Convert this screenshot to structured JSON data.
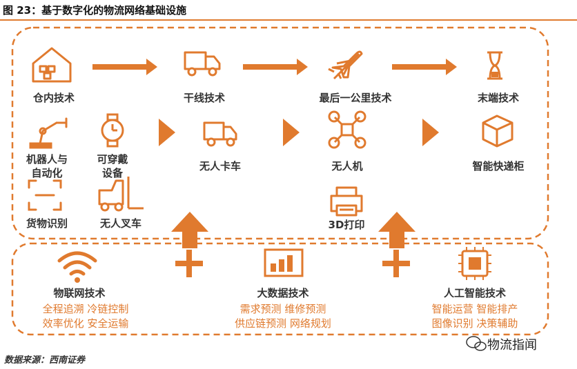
{
  "title": "图 23：基于数字化的物流网络基础设施",
  "top_row": [
    "仓内技术",
    "干线技术",
    "最后一公里技术",
    "末端技术"
  ],
  "warehouse": {
    "robot_line1": "机器人与",
    "robot_line2": "自动化",
    "wearable_line1": "可穿戴",
    "wearable_line2": "设备",
    "goods_id": "货物识别",
    "forklift": "无人叉车"
  },
  "unmanned_truck": "无人卡车",
  "drone": "无人机",
  "printing_3d": "3D打印",
  "smart_locker": "智能快递柜",
  "pillars": [
    {
      "title": "物联网技术",
      "line1": "全程追溯 冷链控制",
      "line2": "效率优化 安全运输"
    },
    {
      "title": "大数据技术",
      "line1": "需求预测 维修预测",
      "line2": "供应链预测 网络规划"
    },
    {
      "title": "人工智能技术",
      "line1": "智能运营 智能排产",
      "line2": "图像识别 决策辅助"
    }
  ],
  "source": "数据来源：西南证券",
  "watermark": "物流指闻",
  "colors": {
    "accent": "#e07a2e",
    "text": "#333333"
  }
}
